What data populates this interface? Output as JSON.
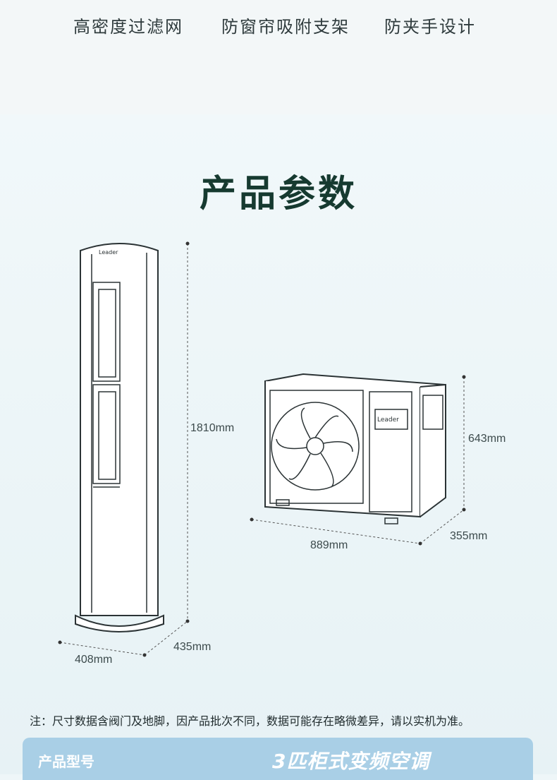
{
  "features": [
    "高密度过滤网",
    "防窗帘吸附支架",
    "防夹手设计"
  ],
  "section_title": "产品参数",
  "indoor_unit": {
    "brand": "Leader",
    "height": "1810mm",
    "width": "408mm",
    "depth": "435mm"
  },
  "outdoor_unit": {
    "brand": "Leader",
    "height": "643mm",
    "width": "889mm",
    "depth": "355mm"
  },
  "note": "注：尺寸数据含阀门及地脚，因产品批次不同，数据可能存在略微差异，请以实机为准。",
  "spec_table": {
    "label": "产品型号",
    "value": "3匹柜式变频空调"
  }
}
